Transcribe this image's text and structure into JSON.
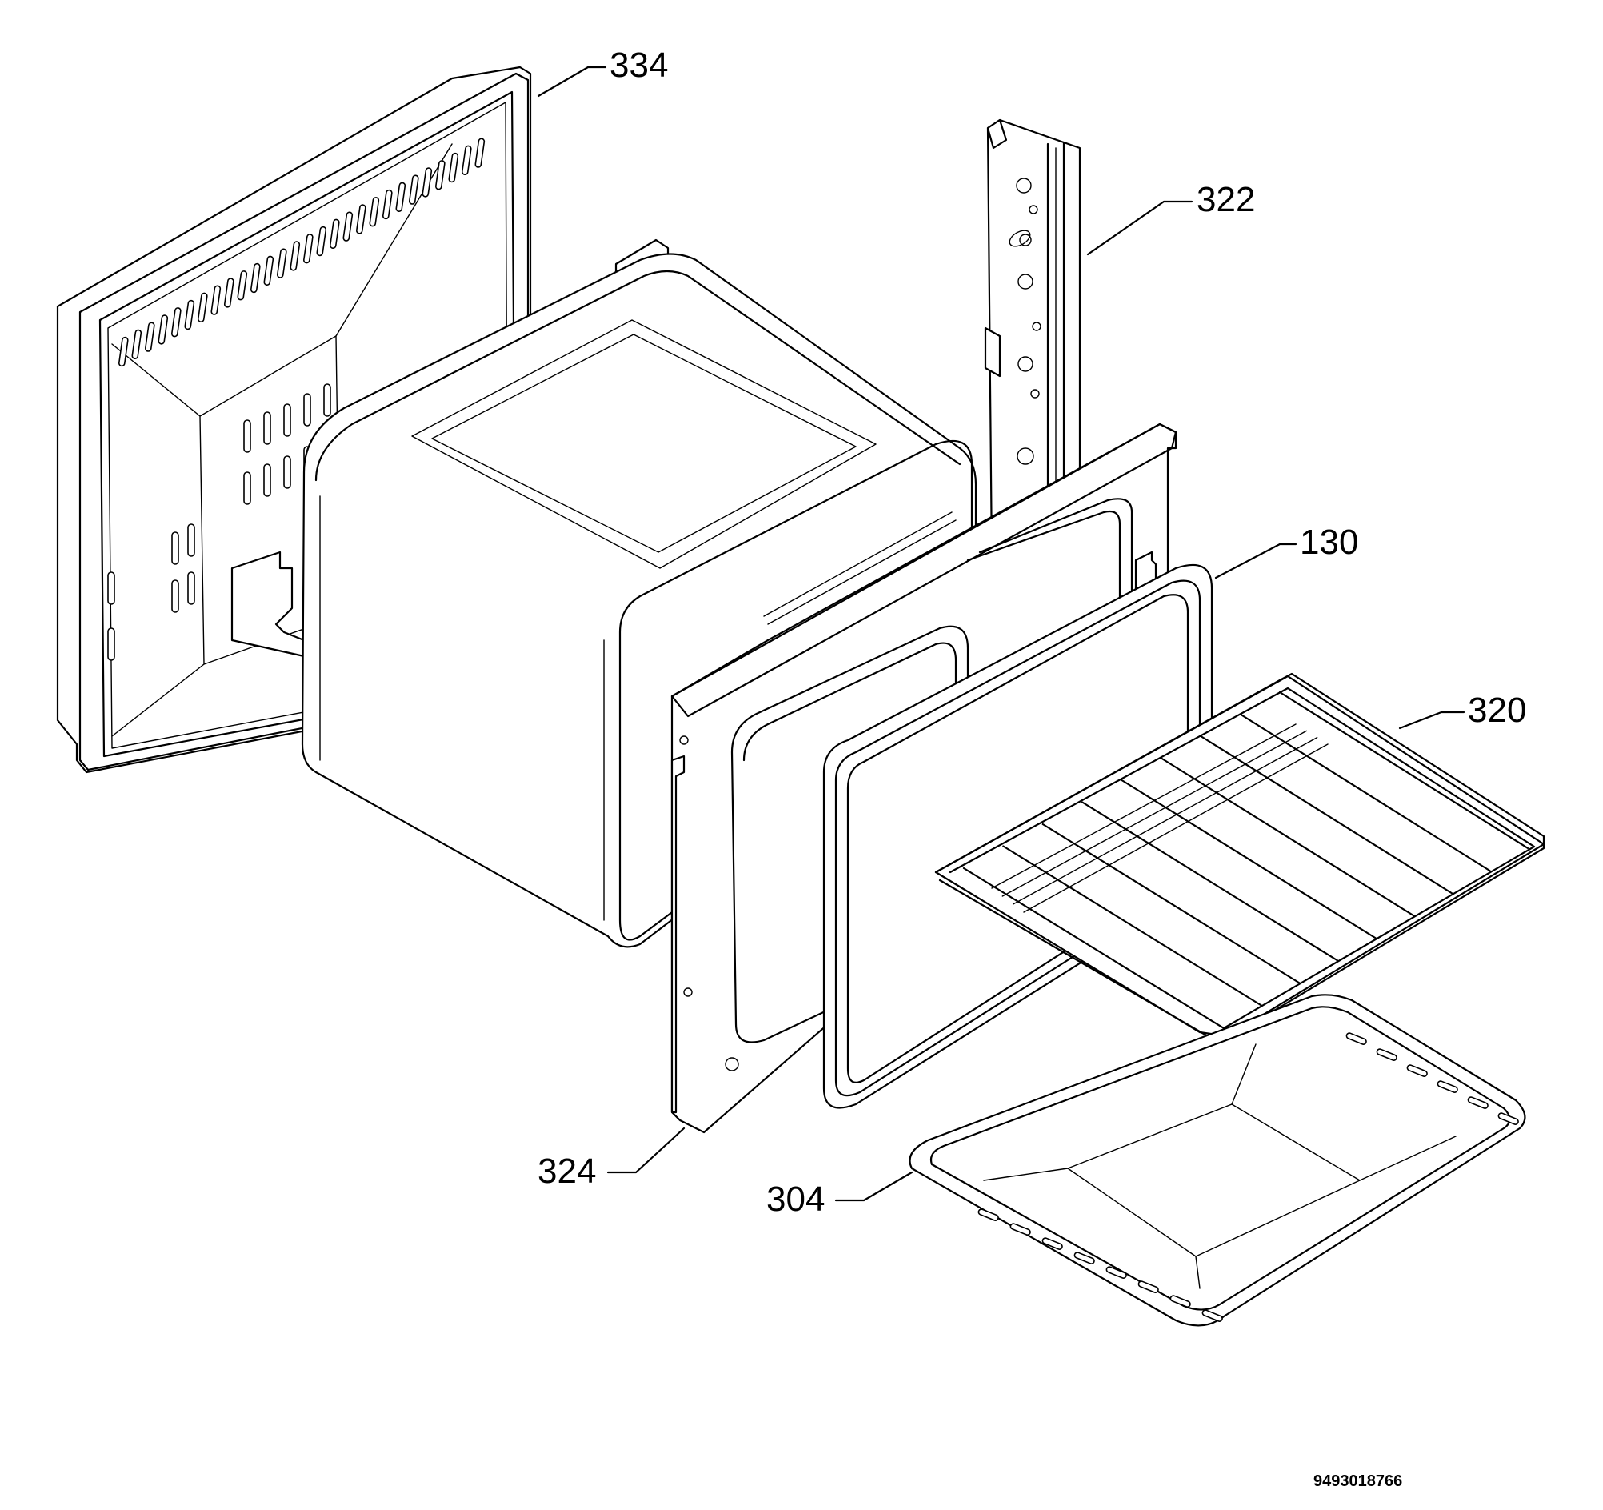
{
  "callouts": {
    "rear_panel": "334",
    "side_rail": "322",
    "door_seal": "130",
    "oven_shelf": "320",
    "front_frame": "324",
    "baking_tray": "304"
  },
  "drawing_code": "9493018766",
  "colors": {
    "line": "#000000",
    "background": "#ffffff"
  }
}
